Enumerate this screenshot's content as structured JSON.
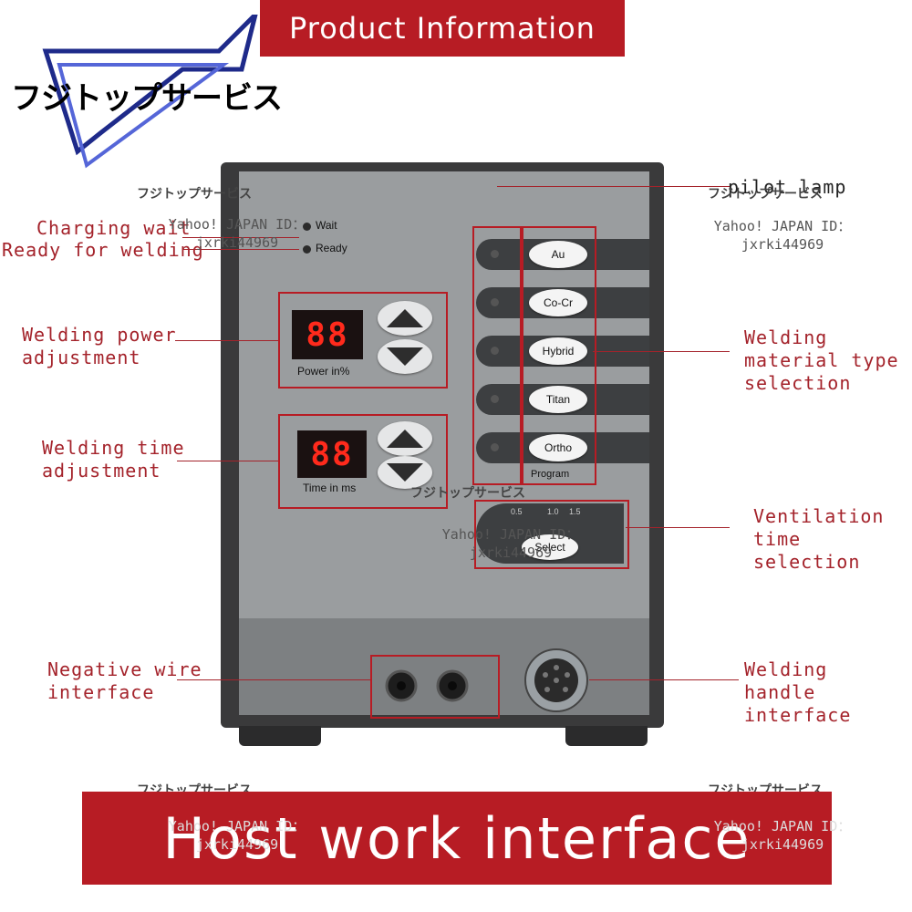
{
  "header": {
    "title": "Product Information",
    "brand": "フジトップサービス"
  },
  "footer": {
    "title": "Host work interface"
  },
  "watermark": {
    "brand": "フジトップサービス",
    "id_label": "Yahoo! JAPAN ID：",
    "id_value": "jxrki44969"
  },
  "callouts": {
    "charging_wait": "Charging wait",
    "ready": "Ready for welding",
    "power": [
      "Welding power",
      "adjustment"
    ],
    "time": [
      "Welding time",
      "adjustment"
    ],
    "negative": [
      "Negative wire",
      "interface"
    ],
    "pilot": "pilot lamp",
    "material": [
      "Welding",
      "material type",
      "selection"
    ],
    "ventilation": [
      "Ventilation",
      "time",
      "selection"
    ],
    "handle": [
      "Welding",
      "handle",
      "interface"
    ]
  },
  "device": {
    "wait": "Wait",
    "ready": "Ready",
    "power_display": "88",
    "power_label": "Power  in%",
    "time_display": "88",
    "time_label": "Time  in  ms",
    "materials": [
      "Au",
      "Co-Cr",
      "Hybrid",
      "Titan",
      "Ortho"
    ],
    "program": "Program",
    "select": "Select",
    "vent_marks": [
      "0.5",
      "1.0",
      "1.5"
    ]
  },
  "colors": {
    "accent": "#b71c24",
    "panel": "#9a9d9f"
  }
}
